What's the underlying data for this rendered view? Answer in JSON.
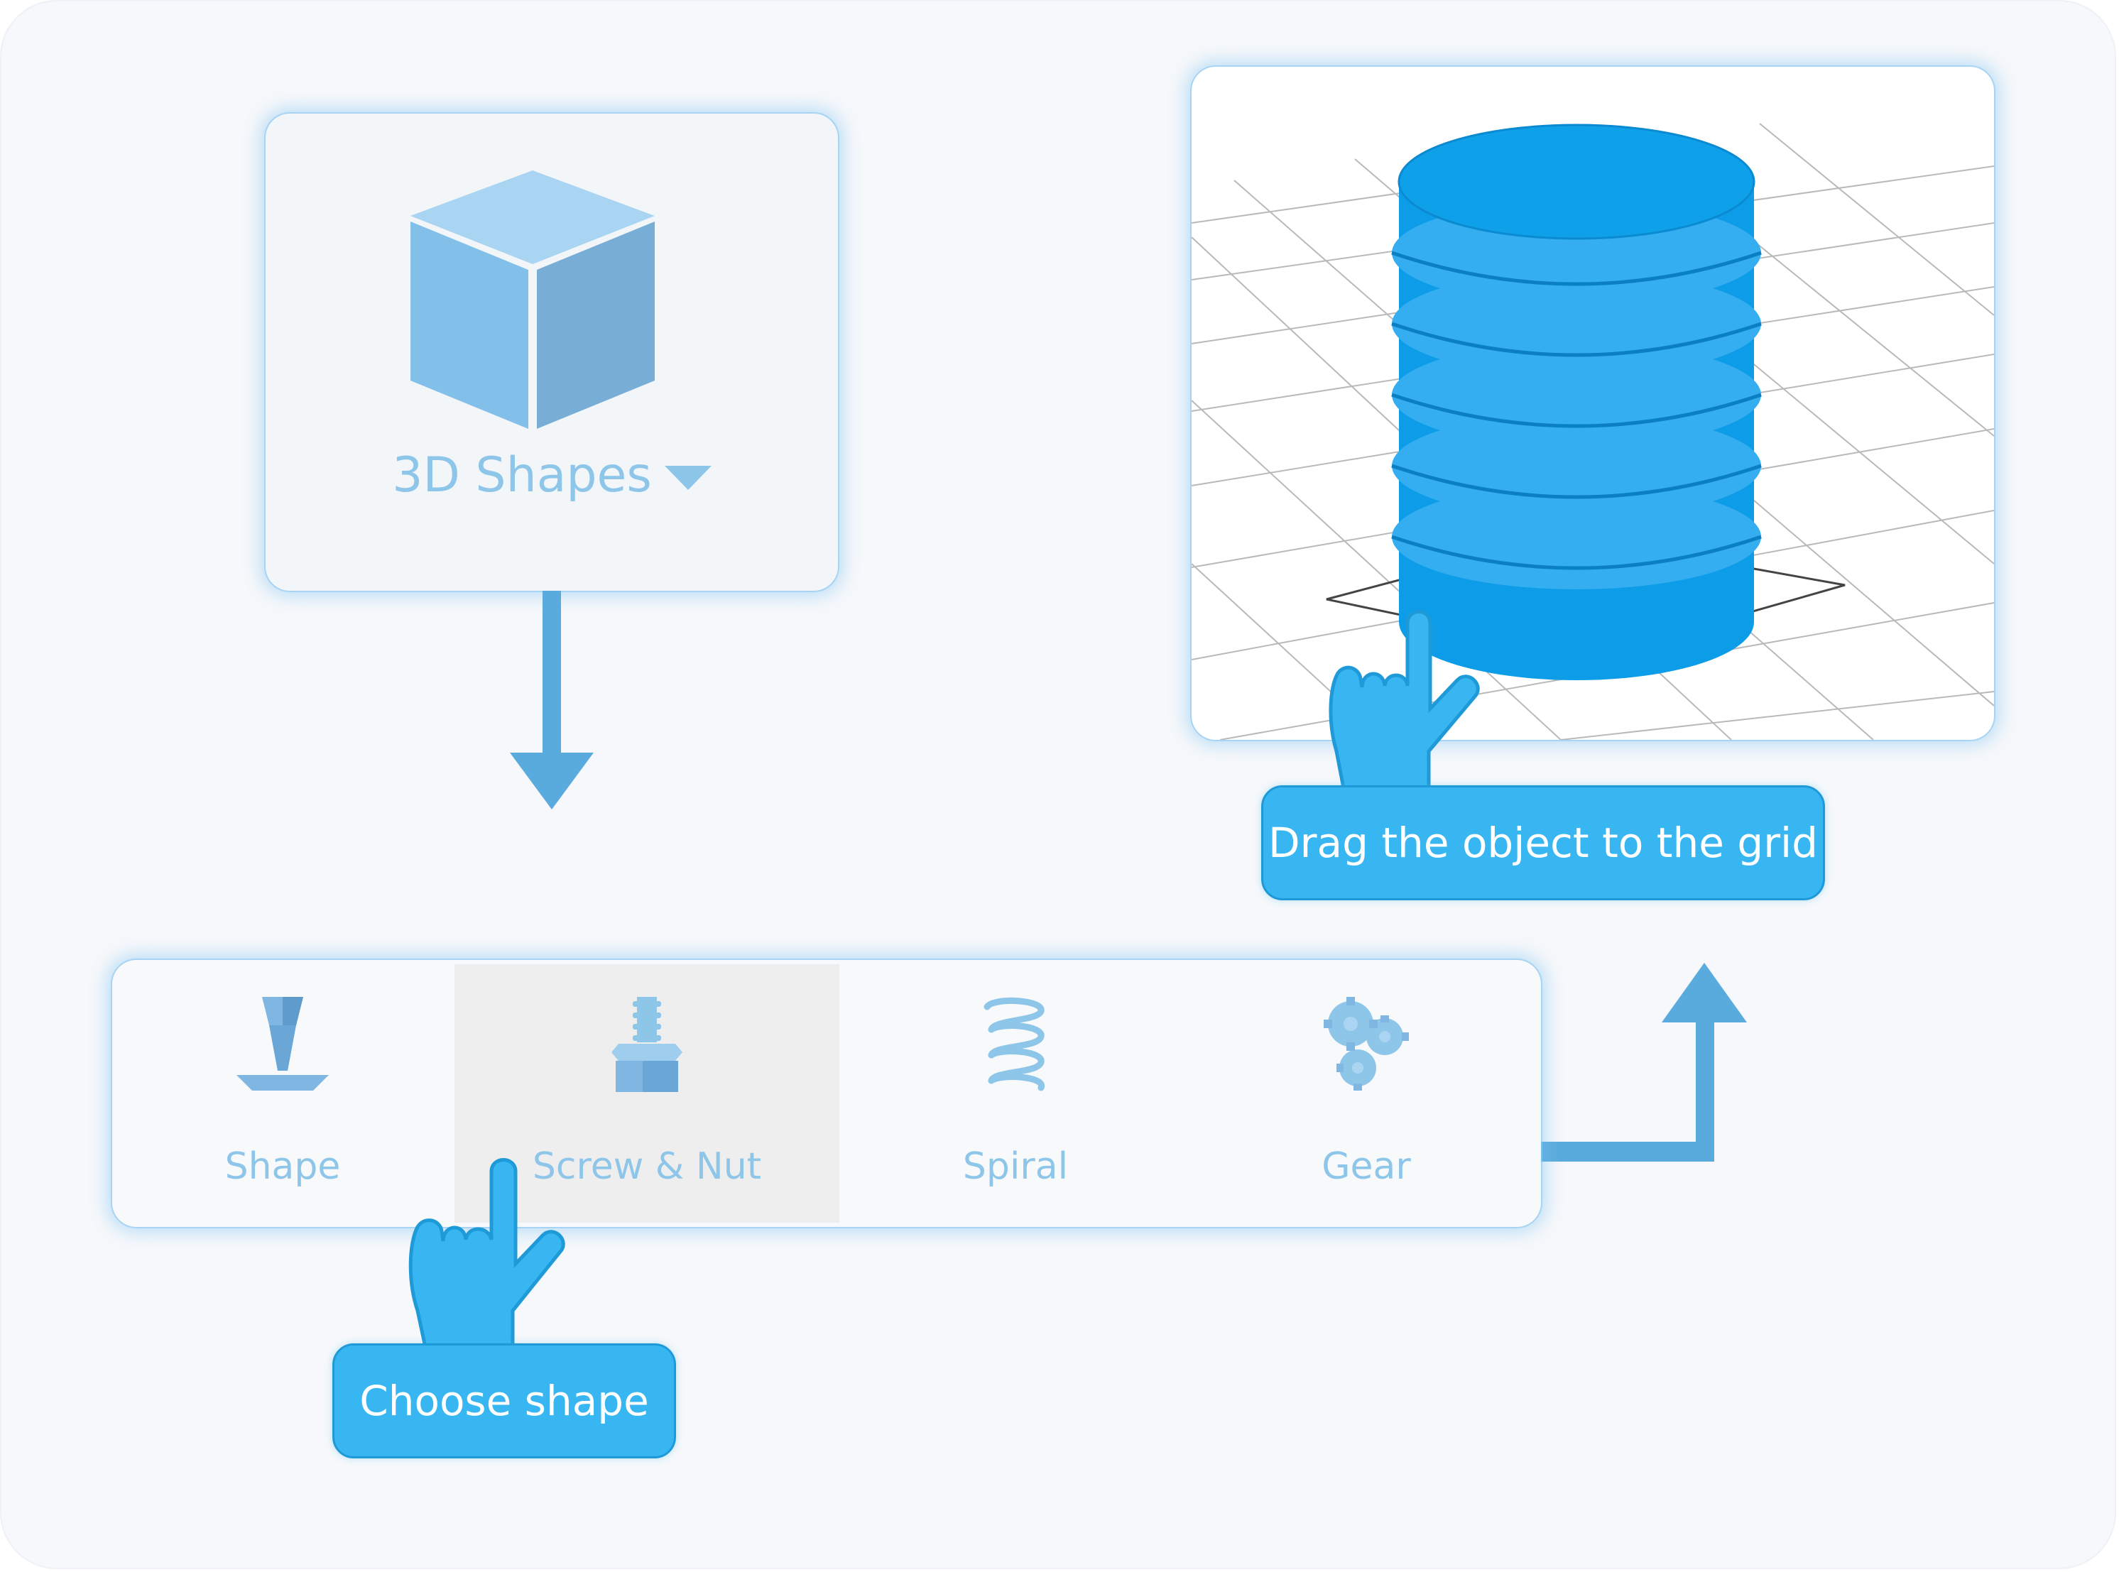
{
  "shapes_menu": {
    "label": "3D Shapes"
  },
  "toolbar": {
    "items": [
      {
        "label": "Shape",
        "icon": "shape-icon"
      },
      {
        "label": "Screw & Nut",
        "icon": "screw-nut-icon",
        "selected": true
      },
      {
        "label": "Spiral",
        "icon": "spiral-icon"
      },
      {
        "label": "Gear",
        "icon": "gear-icon"
      }
    ]
  },
  "callouts": {
    "choose": "Choose shape",
    "drag": "Drag the object to the grid"
  },
  "colors": {
    "accent": "#38b6f1",
    "icon_light": "#8ec6ea",
    "screw": "#0d9ce8",
    "arrow": "#5aabdd"
  }
}
